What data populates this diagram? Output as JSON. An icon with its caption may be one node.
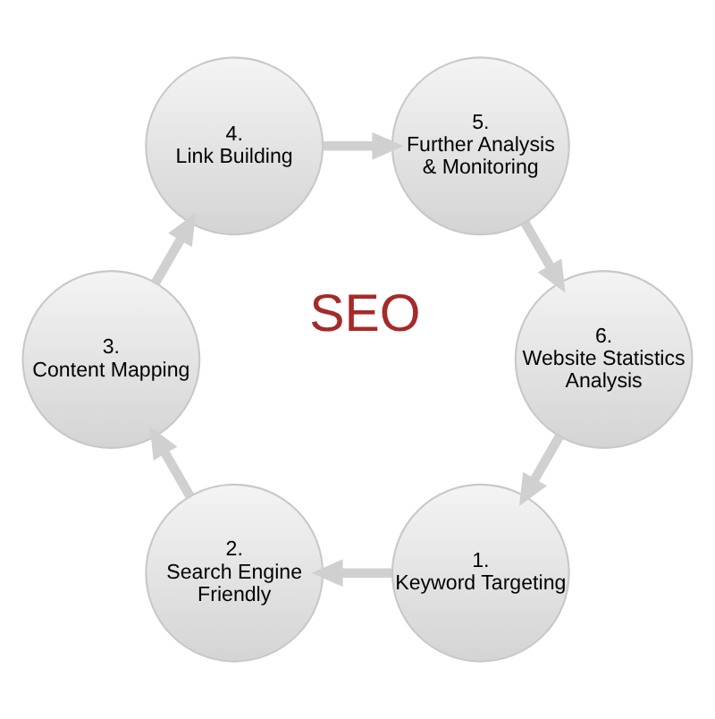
{
  "diagram": {
    "nodes": [
      {
        "text": [
          "1.",
          "Keyword Targeting"
        ]
      },
      {
        "text": [
          "2.",
          "Search Engine Friendly"
        ]
      },
      {
        "text": [
          "3.",
          "Content Mapping"
        ]
      },
      {
        "text": [
          "4.",
          "Link Building"
        ]
      },
      {
        "text": [
          "5.",
          "Further Analysis & Monitoring"
        ]
      },
      {
        "text": [
          "6.",
          "Website Statistics Analysis"
        ]
      }
    ],
    "edges": [
      {
        "from": 0,
        "to": 1,
        "arrow": "to"
      },
      {
        "from": 1,
        "to": 2,
        "arrow": "to"
      },
      {
        "from": 2,
        "to": 3,
        "arrow": "to"
      },
      {
        "from": 3,
        "to": 4,
        "arrow": "to"
      },
      {
        "from": 4,
        "to": 5,
        "arrow": "to"
      },
      {
        "from": 5,
        "to": 0,
        "arrow": "to"
      }
    ],
    "labels": [
      "SEO"
    ]
  }
}
